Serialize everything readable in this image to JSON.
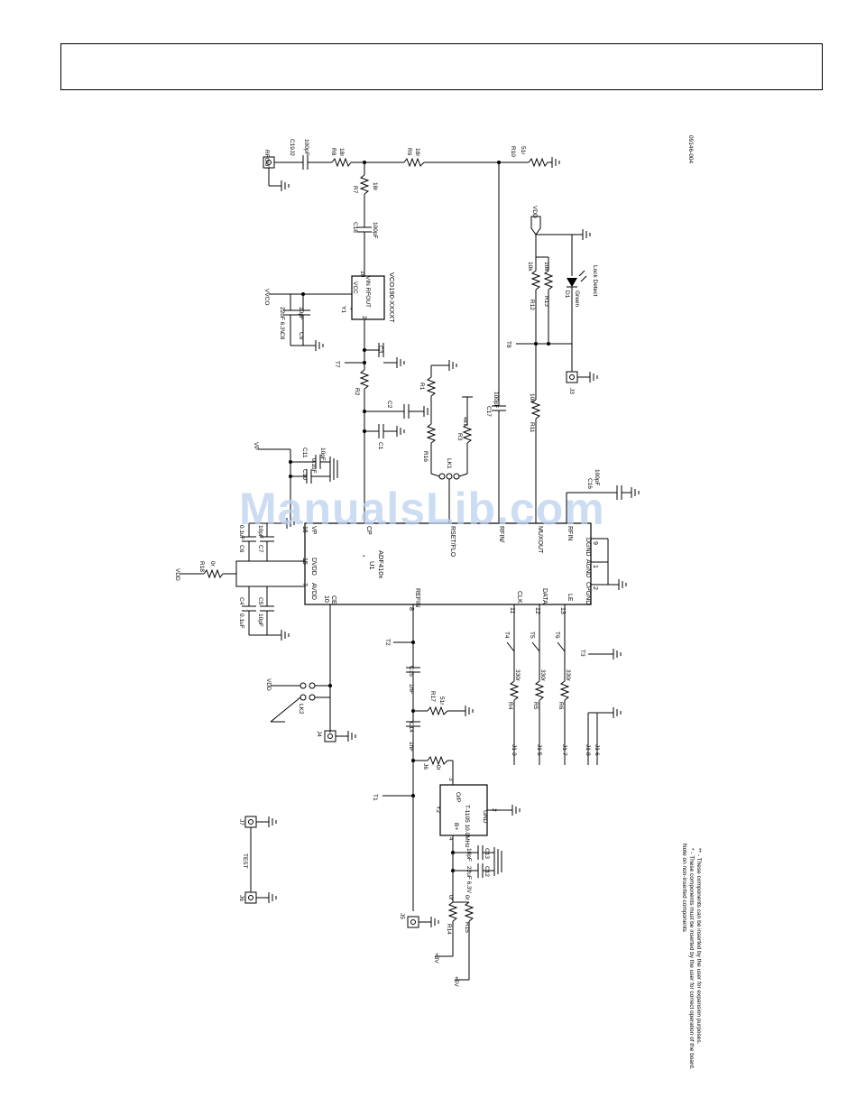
{
  "drawing_number": "09146-004",
  "watermark": "ManualsLib.com",
  "chip": {
    "part": "ADF410x",
    "ref": "U1",
    "mark": "*"
  },
  "chip_pins": [
    {
      "num": "16",
      "name": "VP"
    },
    {
      "num": "6",
      "name": "CP"
    },
    {
      "num": "5",
      "name": "RSET/FLO"
    },
    {
      "num": "4",
      "name": "RFIN/"
    },
    {
      "num": "14",
      "name": "MUXOUT"
    },
    {
      "num": "3",
      "name": "RFIN"
    },
    {
      "num": "15",
      "name": "DVDD"
    },
    {
      "num": "7",
      "name": "AVDD"
    },
    {
      "num": "10",
      "name": "CE"
    },
    {
      "num": "8",
      "name": "REFIN"
    },
    {
      "num": "11",
      "name": "CLK"
    },
    {
      "num": "12",
      "name": "DATA"
    },
    {
      "num": "13",
      "name": "LE"
    },
    {
      "num": "2",
      "name": "CPGND"
    },
    {
      "num": "1",
      "name": "AGND"
    },
    {
      "num": "9",
      "name": "DGND"
    }
  ],
  "vco": {
    "part": "VCO190-XXXXT",
    "ref": "Y1",
    "mark": "*",
    "pins": [
      "VCC",
      "VIN RFOUT",
      "10",
      "2",
      "16"
    ]
  },
  "osc": {
    "ref": "Y2",
    "part": "T-1105 10.0MHz",
    "pins": [
      "B+",
      "O/P",
      "GND",
      "4",
      "3",
      "2"
    ]
  },
  "nets": [
    "RFOUT",
    "VDD",
    "VVCO",
    "VP",
    "VDD",
    "+3V",
    "+5V",
    "TEST",
    "Lock Detect",
    "Green"
  ],
  "test_points": [
    "T1",
    "T2",
    "T3",
    "T4",
    "T5",
    "T6",
    "T7",
    "T8"
  ],
  "connectors": [
    "J1",
    "J2",
    "J3",
    "J4",
    "J5",
    "J6",
    "J7",
    "J1-3",
    "J1-5",
    "J1-7",
    "J1-8",
    "J1-6",
    "LK1",
    "LK2"
  ],
  "resistors": [
    {
      "ref": "R1",
      "mark": "*",
      "value": ""
    },
    {
      "ref": "R2",
      "mark": "*",
      "value": ""
    },
    {
      "ref": "R3",
      "value": "4k7"
    },
    {
      "ref": "R4",
      "value": "330r"
    },
    {
      "ref": "R5",
      "value": "330r"
    },
    {
      "ref": "R6",
      "value": "330r"
    },
    {
      "ref": "R7",
      "value": "18r"
    },
    {
      "ref": "R8",
      "value": "18r"
    },
    {
      "ref": "R9",
      "value": "18r"
    },
    {
      "ref": "R10",
      "value": "51r"
    },
    {
      "ref": "R11",
      "value": "10k"
    },
    {
      "ref": "R12",
      "value": "10k"
    },
    {
      "ref": "R13",
      "value": "10k"
    },
    {
      "ref": "R14",
      "value": "0r"
    },
    {
      "ref": "R15",
      "mark": "**",
      "value": "0r"
    },
    {
      "ref": "R16",
      "mark": "**",
      "value": ""
    },
    {
      "ref": "R17",
      "mark": "**",
      "value": "51r"
    },
    {
      "ref": "R18",
      "value": "0r"
    },
    {
      "ref": "J6",
      "value": "0r"
    }
  ],
  "capacitors": [
    {
      "ref": "C1",
      "value": ""
    },
    {
      "ref": "C2",
      "value": ""
    },
    {
      "ref": "C3",
      "value": ""
    },
    {
      "ref": "C4",
      "value": "0.1uF"
    },
    {
      "ref": "C5",
      "value": "10pF"
    },
    {
      "ref": "C6",
      "value": "0.1uF"
    },
    {
      "ref": "C7",
      "value": "10pF"
    },
    {
      "ref": "C8",
      "value": "22uF 6.3V"
    },
    {
      "ref": "C9",
      "value": "10pF"
    },
    {
      "ref": "C10",
      "value": "0.1uF"
    },
    {
      "ref": "C11",
      "value": "10pF"
    },
    {
      "ref": "C12",
      "value": "22uF 6.3V"
    },
    {
      "ref": "C13",
      "value": "10pF"
    },
    {
      "ref": "C14",
      "value": "1nF"
    },
    {
      "ref": "C15",
      "value": "1nF"
    },
    {
      "ref": "C16",
      "value": "100pF"
    },
    {
      "ref": "C17",
      "value": "100pF"
    },
    {
      "ref": "C18",
      "value": "100pF"
    },
    {
      "ref": "C19",
      "value": "100pF"
    }
  ],
  "diode": {
    "ref": "D1",
    "mark": "**",
    "color": "Green",
    "label": "Lock Detect"
  },
  "notes": {
    "title": "Note on non-inserted components",
    "line1": "* - These components must be inserted by the user for correct operation of the board.",
    "line2": "** - These components can be inserted by the user for expansion purposes."
  }
}
